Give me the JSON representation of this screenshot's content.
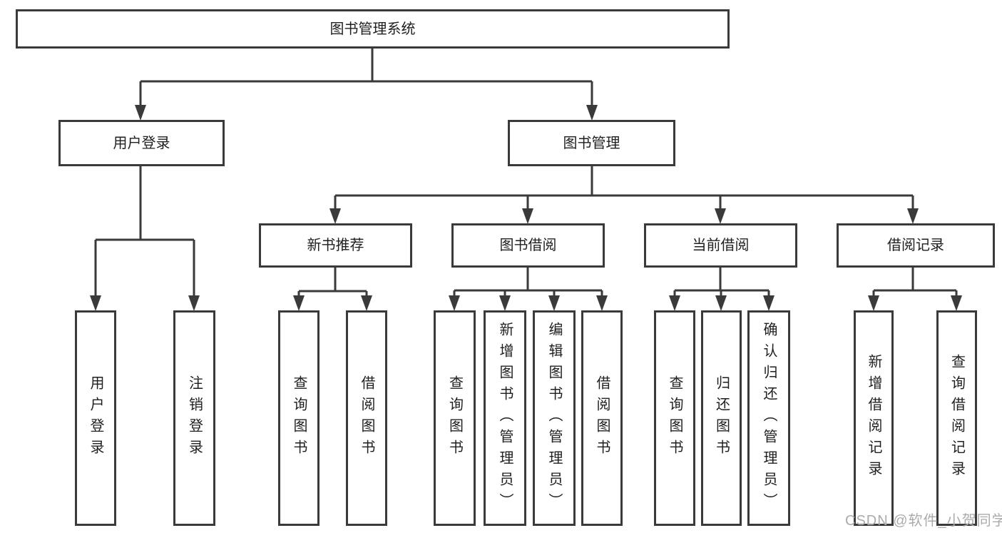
{
  "diagram": {
    "type": "hierarchy-tree",
    "tree": {
      "label": "图书管理系统",
      "children": [
        {
          "label": "用户登录",
          "children": [
            {
              "label": "用户登录"
            },
            {
              "label": "注销登录"
            }
          ]
        },
        {
          "label": "图书管理",
          "children": [
            {
              "label": "新书推荐",
              "children": [
                {
                  "label": "查询图书"
                },
                {
                  "label": "借阅图书"
                }
              ]
            },
            {
              "label": "图书借阅",
              "children": [
                {
                  "label": "查询图书"
                },
                {
                  "label": "新增图书（管理员）"
                },
                {
                  "label": "编辑图书（管理员）"
                },
                {
                  "label": "借阅图书"
                }
              ]
            },
            {
              "label": "当前借阅",
              "children": [
                {
                  "label": "查询图书"
                },
                {
                  "label": "归还图书"
                },
                {
                  "label": "确认归还（管理员）"
                }
              ]
            },
            {
              "label": "借阅记录",
              "children": [
                {
                  "label": "新增借阅记录"
                },
                {
                  "label": "查询借阅记录"
                }
              ]
            }
          ]
        }
      ]
    },
    "colors": {
      "line": "#3a3a3a",
      "box_border": "#3a3a3a",
      "box_fill": "#ffffff",
      "text": "#1f1f1f",
      "background": "#ffffff",
      "watermark": "#ababab"
    }
  },
  "watermark": {
    "text": "CSDN @软件_小贺同学"
  }
}
